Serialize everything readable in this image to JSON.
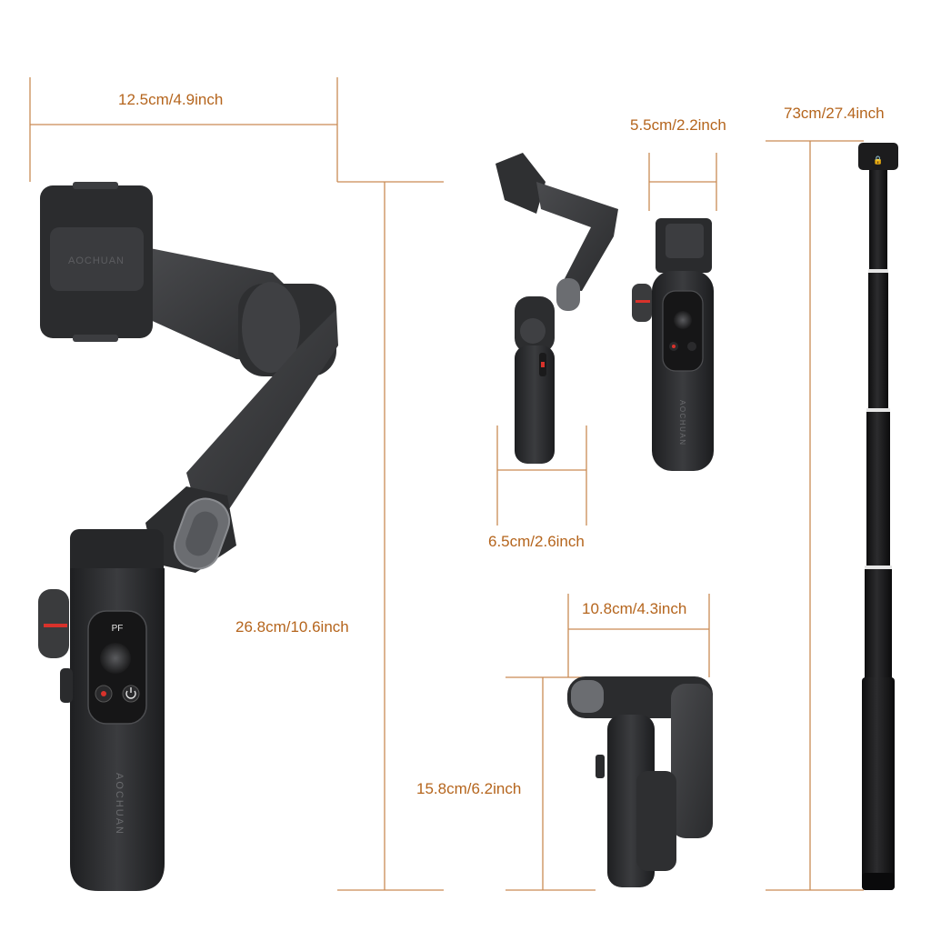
{
  "colors": {
    "dimension_line": "#c98b55",
    "dimension_text": "#b5651d",
    "body_dark": "#2f3032",
    "body_mid": "#3d3e41",
    "body_light": "#55575b",
    "accent_red": "#d8322b"
  },
  "brand": "AOCHUAN",
  "panel_label": "PF",
  "dimensions": {
    "width_unfolded": "12.5cm/4.9inch",
    "height_unfolded": "26.8cm/10.6inch",
    "grip_width": "5.5cm/2.2inch",
    "rod_length": "73cm/27.4inch",
    "depth_folded": "6.5cm/2.6inch",
    "width_folded": "10.8cm/4.3inch",
    "height_folded": "15.8cm/6.2inch"
  },
  "icons": [
    "joystick-icon",
    "record-icon",
    "power-icon",
    "lock-icon"
  ]
}
